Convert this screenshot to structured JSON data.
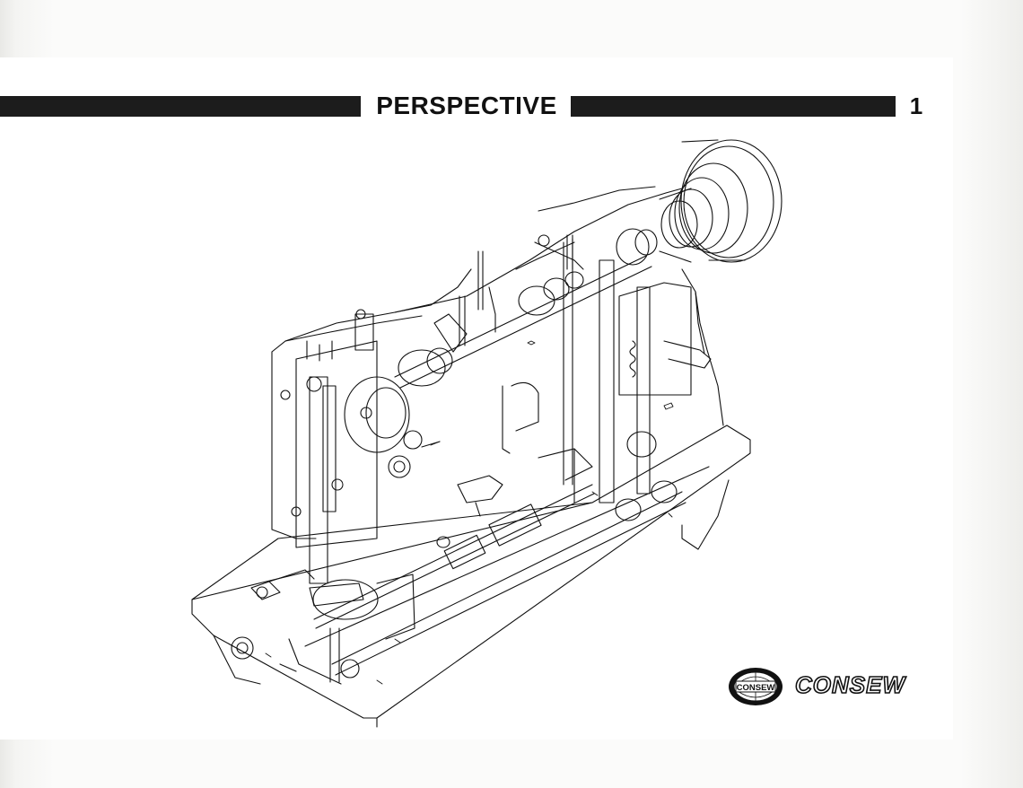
{
  "header": {
    "title": "PERSPECTIVE",
    "page_number": "1"
  },
  "brand": {
    "emblem_text": "CONSEW",
    "wordmark": "CONSEW"
  },
  "colors": {
    "ink": "#111111",
    "paper": "#ffffff",
    "header_bar": "#1c1c1c"
  },
  "figure": {
    "subject": "sewing-machine-perspective-line-drawing"
  }
}
